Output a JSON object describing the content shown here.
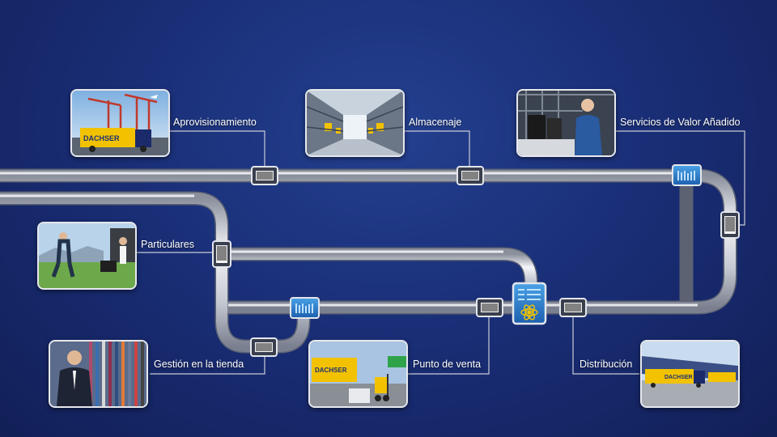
{
  "stages": {
    "aprovisionamiento": "Aprovisionamiento",
    "almacenaje": "Almacenaje",
    "servicios": "Servicios de Valor Añadido",
    "particulares": "Particulares",
    "gestion": "Gestión en la tienda",
    "punto_venta": "Punto de venta",
    "distribucion": "Distribución"
  },
  "photo_texts": {
    "dachser": "DACHSER"
  },
  "colors": {
    "background": "#1a2f78",
    "pipe": "#d8dbe3",
    "brand_yellow": "#f2c200",
    "display_blue": "#2f78c4"
  }
}
